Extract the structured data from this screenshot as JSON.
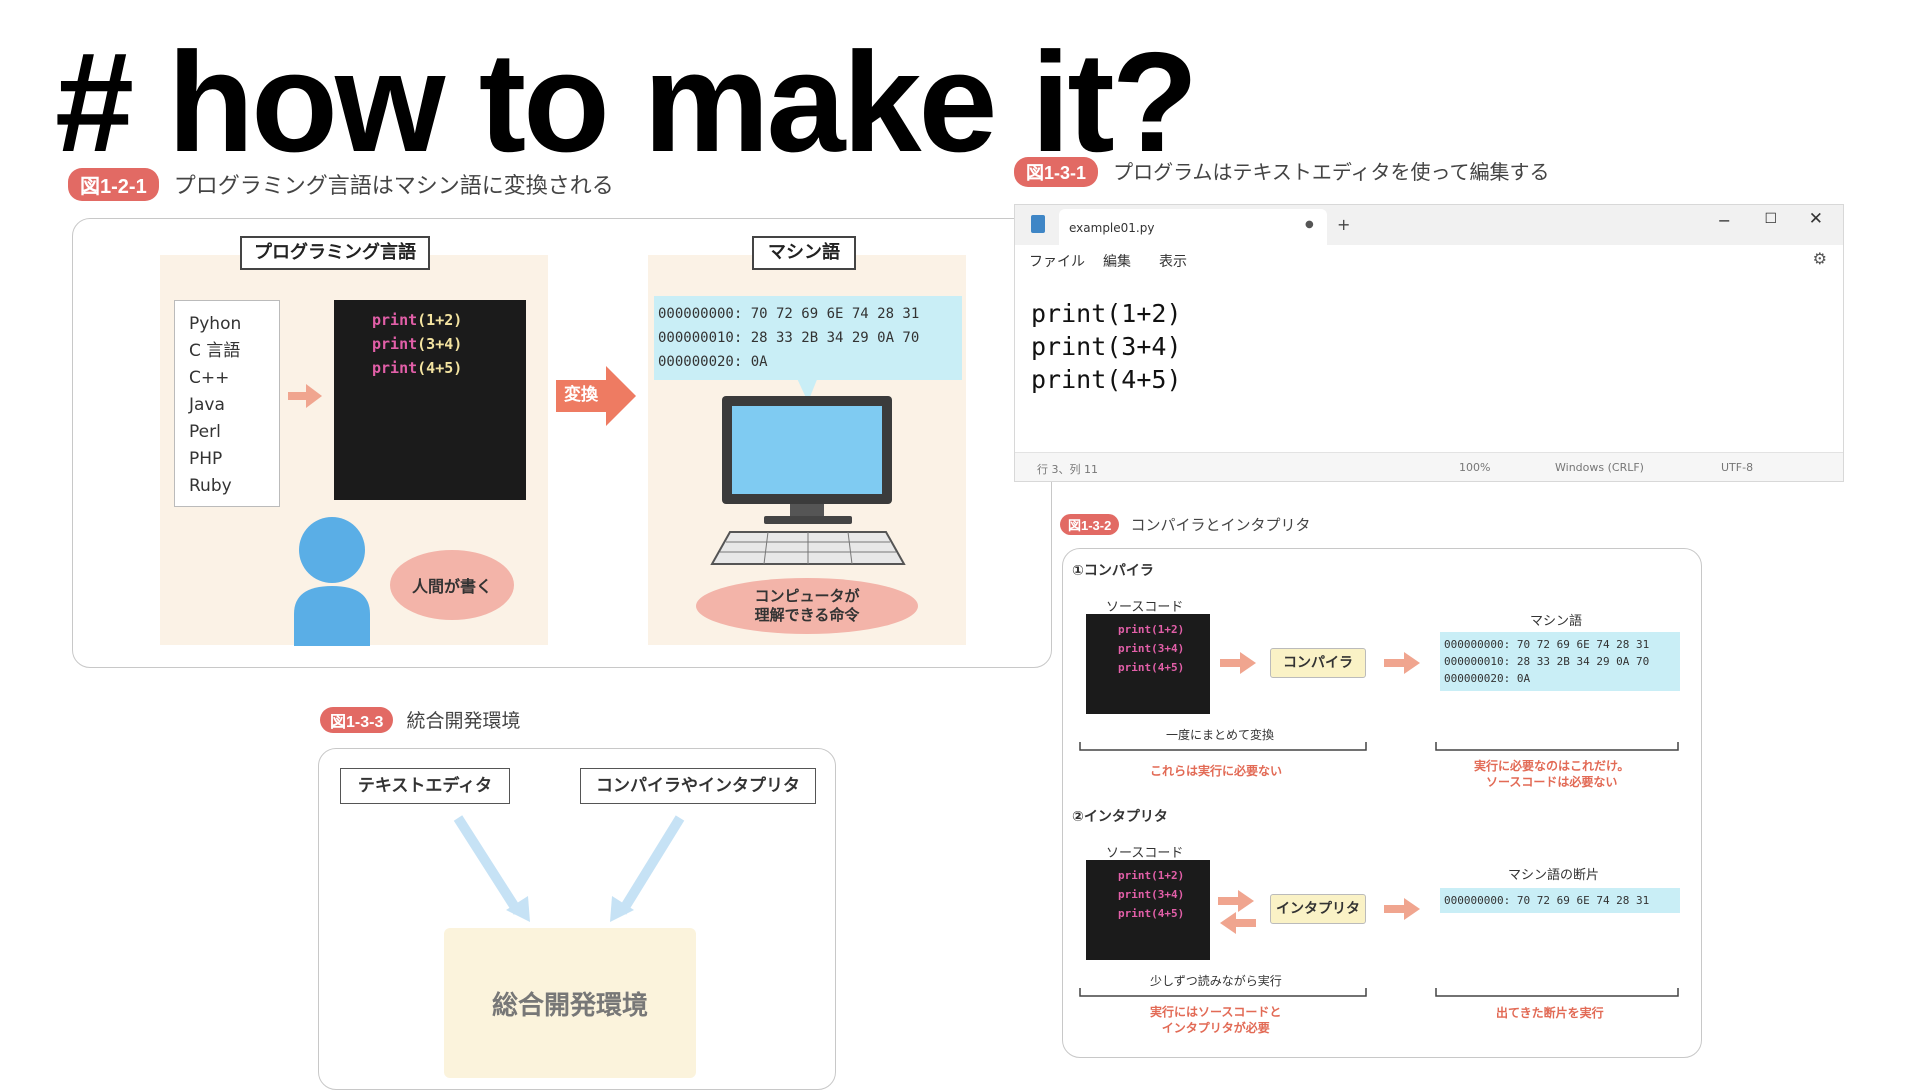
{
  "title": "# how to make it?",
  "fig121": {
    "badge": "図1-2-1",
    "caption": "プログラミング言語はマシン語に変換される",
    "lang_label": "プログラミング言語",
    "machine_label": "マシン語",
    "languages": [
      "Pyhon",
      "C 言語",
      "C++",
      "Java",
      "Perl",
      "PHP",
      "Ruby"
    ],
    "code_lines": [
      {
        "kw": "print",
        "arg": "(1+2)"
      },
      {
        "kw": "print",
        "arg": "(3+4)"
      },
      {
        "kw": "print",
        "arg": "(4+5)"
      }
    ],
    "convert": "変換",
    "hex_lines": [
      "000000000: 70 72 69 6E 74 28 31",
      "000000010: 28 33 2B 34 29 0A 70",
      "000000020: 0A"
    ],
    "human_writes": "人間が書く",
    "computer_line1": "コンピュータが",
    "computer_line2": "理解できる命令"
  },
  "fig131": {
    "badge": "図1-3-1",
    "caption": "プログラムはテキストエディタを使って編集する",
    "tab_name": "example01.py",
    "menu": [
      "ファイル",
      "編集",
      "表示"
    ],
    "code": [
      "print(1+2)",
      "print(3+4)",
      "print(4+5)"
    ],
    "status": {
      "position": "行 3、列 11",
      "zoom": "100%",
      "eol": "Windows (CRLF)",
      "encoding": "UTF-8"
    }
  },
  "fig132": {
    "badge": "図1-3-2",
    "caption": "コンパイラとインタプリタ",
    "compiler_title": "①コンパイラ",
    "interpreter_title": "②インタプリタ",
    "source_label": "ソースコード",
    "machine_label": "マシン語",
    "machine_fragment_label": "マシン語の断片",
    "compiler_box": "コンパイラ",
    "interpreter_box": "インタプリタ",
    "code_lines": [
      "print(1+2)",
      "print(3+4)",
      "print(4+5)"
    ],
    "hex_lines": [
      "000000000: 70 72 69 6E 74 28 31",
      "000000010: 28 33 2B 34 29 0A 70",
      "000000020: 0A"
    ],
    "hex_fragment": "000000000: 70 72 69 6E 74 28 31",
    "compiler_note": "一度にまとめて変換",
    "compiler_red_left": "これらは実行に必要ない",
    "compiler_red_right_1": "実行に必要なのはこれだけ。",
    "compiler_red_right_2": "ソースコードは必要ない",
    "interp_note": "少しずつ読みながら実行",
    "interp_red_left_1": "実行にはソースコードと",
    "interp_red_left_2": "インタプリタが必要",
    "interp_red_right": "出てきた断片を実行"
  },
  "fig133": {
    "badge": "図1-3-3",
    "caption": "統合開発環境",
    "text_editor": "テキストエディタ",
    "compiler_interp": "コンパイラやインタプリタ",
    "ide": "総合開発環境"
  }
}
